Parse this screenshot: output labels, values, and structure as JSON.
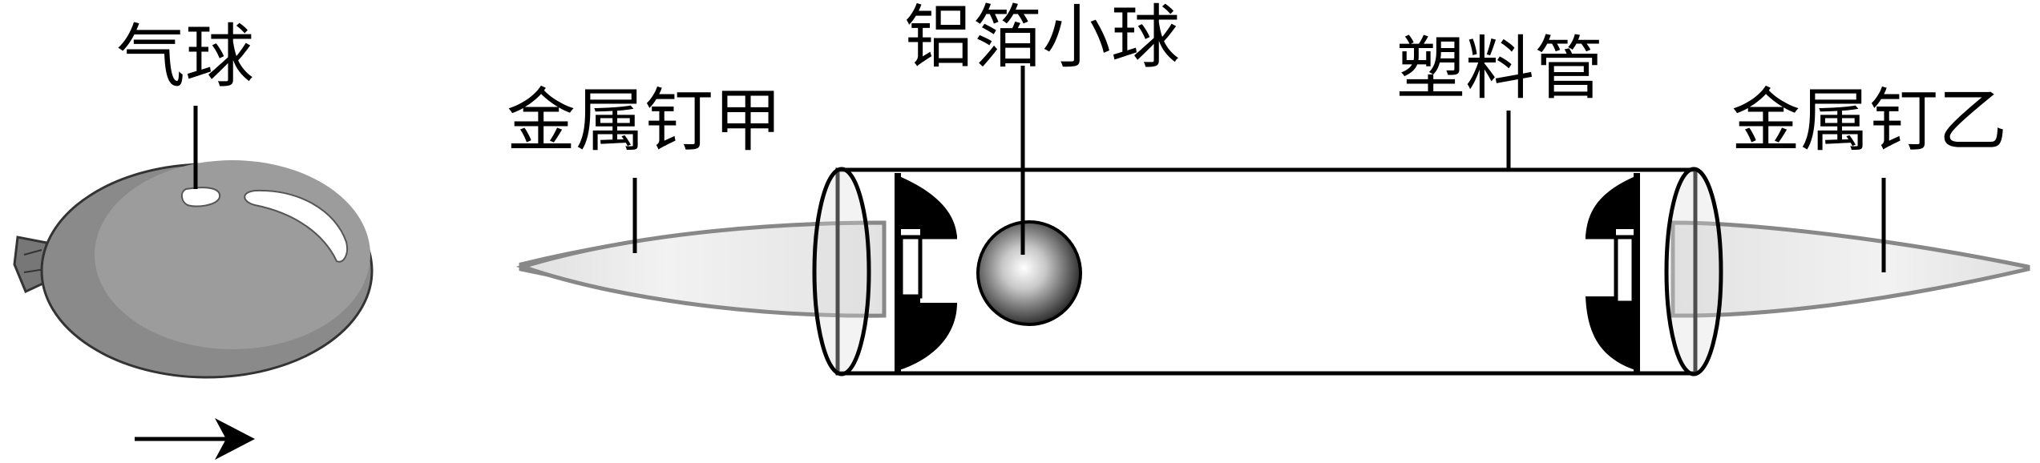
{
  "labels": {
    "balloon": "气球",
    "foil_ball": "铝箔小球",
    "plastic_tube": "塑料管",
    "nail_a": "金属钉甲",
    "nail_b": "金属钉乙"
  }
}
